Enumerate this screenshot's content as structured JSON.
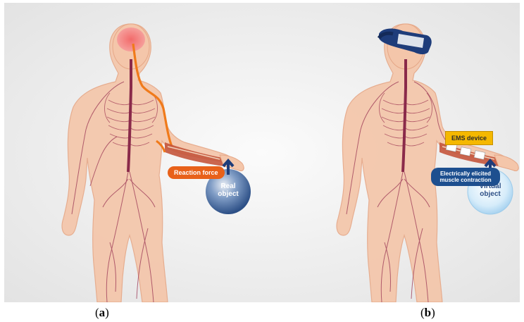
{
  "panel_a": {
    "caption": "(a)",
    "caption_letter": "a",
    "reaction_label": "Reaction force",
    "object_label_line1": "Real",
    "object_label_line2": "object"
  },
  "panel_b": {
    "caption": "(b)",
    "caption_letter": "b",
    "ems_label": "EMS device",
    "contraction_label": "Electrically elicited muscle contraction",
    "object_label_line1": "Virtual",
    "object_label_line2": "object"
  },
  "colors": {
    "skin": "#f3c3a6",
    "nerve": "#8a2a4a",
    "signal": "#f07a1a",
    "brain": "#e8505a",
    "real_object": "#3a68a8",
    "virtual_object": "#bfe0f5",
    "vr_headset": "#1e3c7a"
  }
}
